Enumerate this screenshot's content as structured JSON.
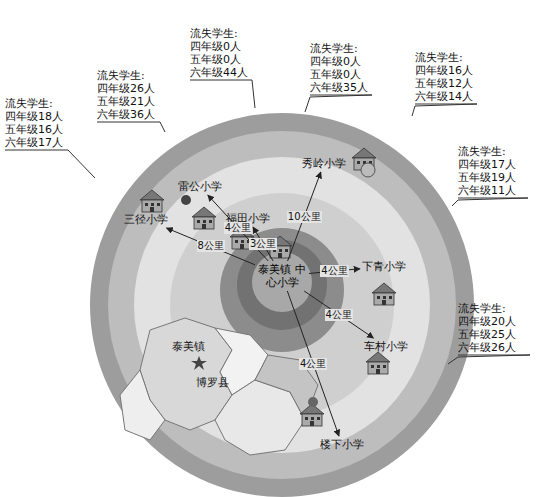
{
  "diagram": {
    "nodes": [
      {
        "text": [
          "泰美镇 中心小学"
        ]
      },
      {
        "text": [
          "三径小学"
        ]
      },
      {
        "text": [
          "雷公小学"
        ]
      },
      {
        "text": [
          "福田小学"
        ]
      },
      {
        "text": [
          "秀岭小学"
        ]
      },
      {
        "text": [
          "下青小学"
        ]
      },
      {
        "text": [
          "车村小学"
        ]
      },
      {
        "text": [
          "楼下小学"
        ]
      }
    ],
    "edges": [
      {
        "from": 0,
        "to": 1,
        "arrow": "to",
        "label": "8公里"
      },
      {
        "from": 0,
        "to": 2,
        "arrow": "to",
        "label": "4公里"
      },
      {
        "from": 0,
        "to": 3,
        "arrow": "to",
        "label": "3公里"
      },
      {
        "from": 0,
        "to": 4,
        "arrow": "to",
        "label": "10公里"
      },
      {
        "from": 0,
        "to": 5,
        "arrow": "to",
        "label": "4公里"
      },
      {
        "from": 0,
        "to": 6,
        "arrow": "to",
        "label": "4公里"
      },
      {
        "from": 0,
        "to": 7,
        "arrow": "to",
        "label": "4公里"
      }
    ],
    "labels": [
      "流失学生:",
      "四年级18人",
      "五年级16人",
      "六年级17人",
      "流失学生:",
      "四年级26人",
      "五年级21人",
      "六年级36人",
      "流失学生:",
      "四年级0人",
      "五年级0人",
      "六年级44人",
      "流失学生:",
      "四年级0人",
      "五年级0人",
      "六年级35人",
      "流失学生:",
      "四年级16人",
      "五年级12人",
      "六年级14人",
      "流失学生:",
      "四年级17人",
      "五年级19人",
      "六年级11人",
      "流失学生:",
      "四年级20人",
      "五年级25人",
      "六年级26人",
      "泰美镇",
      "博罗县"
    ]
  }
}
